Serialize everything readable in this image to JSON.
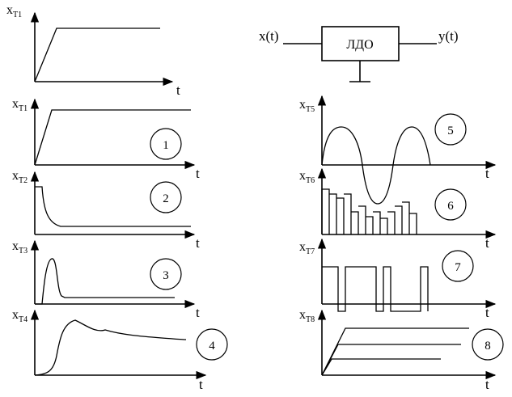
{
  "block": {
    "input_label": "x(t)",
    "output_label": "y(t)",
    "block_label": "ЛДО"
  },
  "axis_t": "t",
  "graphs": [
    {
      "id": "top",
      "var": "x",
      "sub": "T1",
      "number": ""
    },
    {
      "id": "g1",
      "var": "x",
      "sub": "T1",
      "number": "1"
    },
    {
      "id": "g2",
      "var": "x",
      "sub": "T2",
      "number": "2"
    },
    {
      "id": "g3",
      "var": "x",
      "sub": "T3",
      "number": "3"
    },
    {
      "id": "g4",
      "var": "x",
      "sub": "T4",
      "number": "4"
    },
    {
      "id": "g5",
      "var": "x",
      "sub": "T5",
      "number": "5"
    },
    {
      "id": "g6",
      "var": "x",
      "sub": "T6",
      "number": "6"
    },
    {
      "id": "g7",
      "var": "x",
      "sub": "T7",
      "number": "7"
    },
    {
      "id": "g8",
      "var": "x",
      "sub": "T8",
      "number": "8"
    }
  ]
}
